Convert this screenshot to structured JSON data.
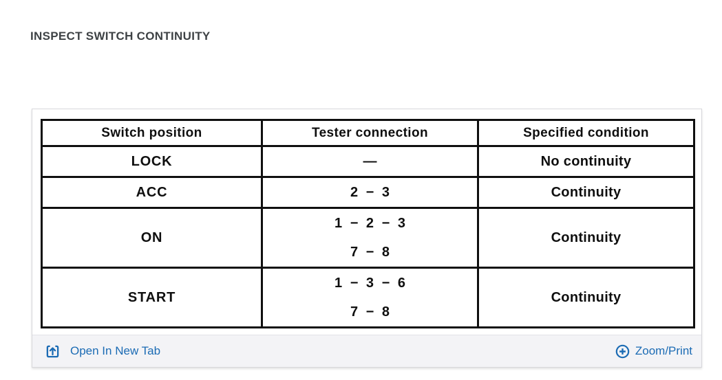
{
  "page": {
    "title": "INSPECT SWITCH CONTINUITY"
  },
  "table": {
    "headers": [
      "Switch position",
      "Tester connection",
      "Specified condition"
    ],
    "rows": [
      {
        "position": "LOCK",
        "connection1": "—",
        "condition": "No continuity"
      },
      {
        "position": "ACC",
        "connection1": "2 − 3",
        "condition": "Continuity"
      },
      {
        "position": "ON",
        "connection1": "1 − 2 − 3",
        "connection2": "7 − 8",
        "condition": "Continuity"
      },
      {
        "position": "START",
        "connection1": "1 − 3 − 6",
        "connection2": "7 − 8",
        "condition": "Continuity"
      }
    ]
  },
  "footer": {
    "open_in_new_tab": "Open In New Tab",
    "zoom_print": "Zoom/Print"
  },
  "icons": {
    "open_in_new_tab": "box-with-up-arrow-icon",
    "zoom_print": "circled-plus-icon"
  },
  "colors": {
    "link": "#1b6bb4",
    "title": "#3e4245",
    "table-ink": "#0f0f0f",
    "footer-bg": "#f3f3f6",
    "card-border": "#d7d7db"
  }
}
